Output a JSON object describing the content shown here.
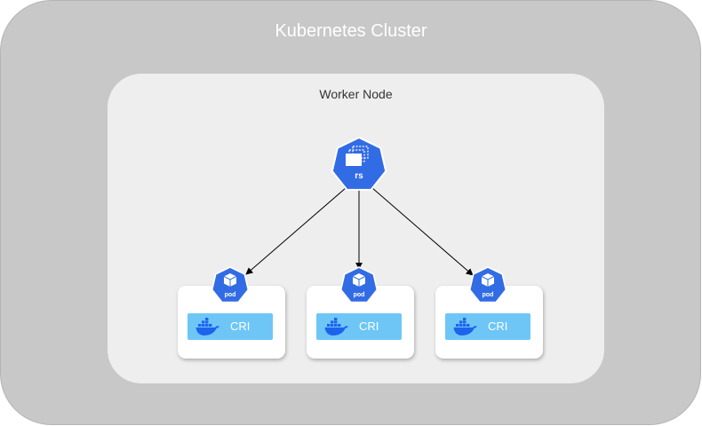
{
  "cluster": {
    "title": "Kubernetes Cluster"
  },
  "worker_node": {
    "title": "Worker Node"
  },
  "replicaset": {
    "label": "rs",
    "icon": "replicaset-icon"
  },
  "pods": [
    {
      "badge": "pod",
      "runtime": "CRI"
    },
    {
      "badge": "pod",
      "runtime": "CRI"
    },
    {
      "badge": "pod",
      "runtime": "CRI"
    }
  ],
  "colors": {
    "cluster_bg": "#c8c8c8",
    "worker_bg": "#eeeeee",
    "k8s_blue": "#326ce5",
    "cri_blue": "#6ec6f7",
    "docker_blue": "#1d63ed"
  }
}
